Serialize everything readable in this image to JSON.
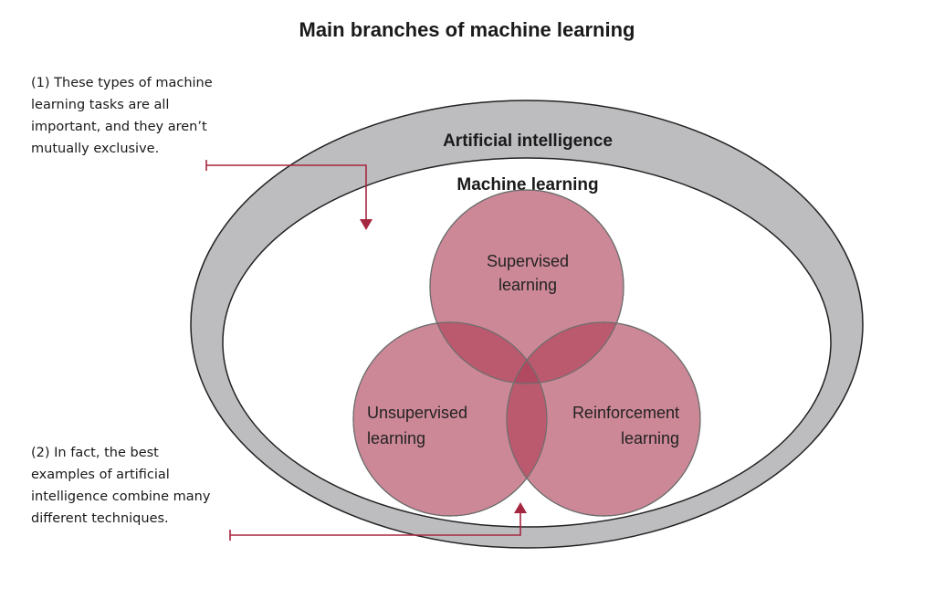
{
  "title": "Main branches of machine learning",
  "outer_label": "Artificial intelligence",
  "inner_label": "Machine learning",
  "circles": {
    "supervised": [
      "Supervised",
      "learning"
    ],
    "unsupervised": [
      "Unsupervised",
      "learning"
    ],
    "reinforcement": [
      "Reinforcement",
      "learning"
    ]
  },
  "annotations": [
    {
      "text": "(1) These types of machine\nlearning tasks are all\nimportant, and they aren’t\nmutually exclusive."
    },
    {
      "text": "(2) In fact, the best\nexamples of artificial\nintelligence combine many\ndifferent techniques."
    }
  ],
  "colors": {
    "outer_ring": "#bdbdc0",
    "circle_fill": "#c98291",
    "overlap_fill": "#b34d62",
    "arrow": "#a5263f"
  }
}
